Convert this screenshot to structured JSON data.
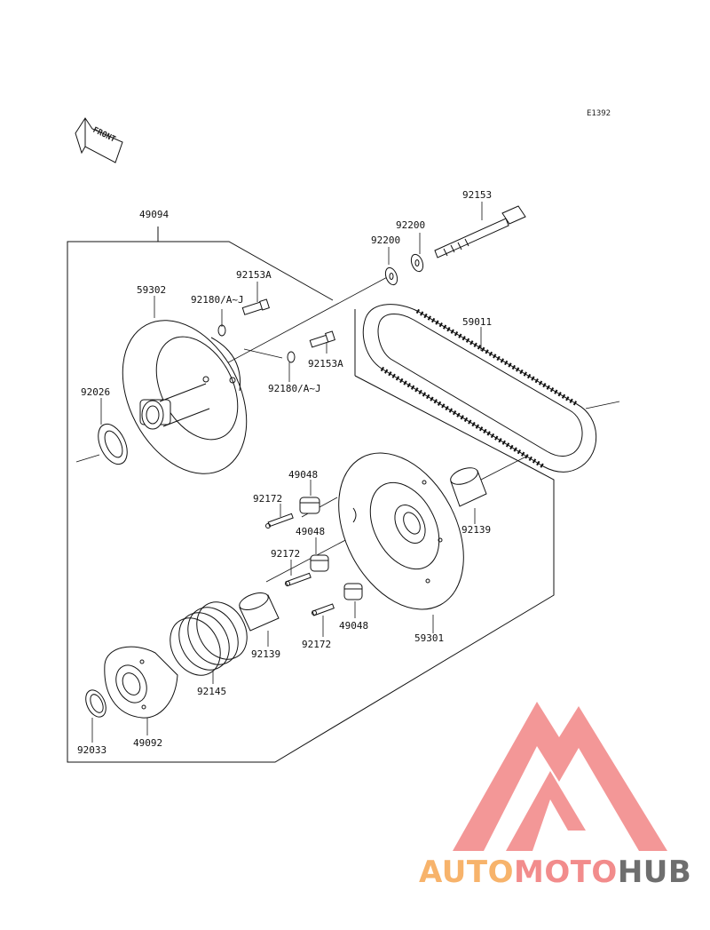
{
  "diagram_code": "E1392",
  "front_label": "FRONT",
  "parts": {
    "p49094": "49094",
    "p59302": "59302",
    "p92180_a": "92180/A~J",
    "p92153A_a": "92153A",
    "p92026": "92026",
    "p92200_a": "92200",
    "p92200_b": "92200",
    "p92153": "92153",
    "p59011": "59011",
    "p92153A_b": "92153A",
    "p92180_b": "92180/A~J",
    "p49048_a": "49048",
    "p92172_a": "92172",
    "p49048_b": "49048",
    "p92172_b": "92172",
    "p92139_a": "92139",
    "p49048_c": "49048",
    "p92172_c": "92172",
    "p92139_b": "92139",
    "p59301": "59301",
    "p92145": "92145",
    "p92033": "92033",
    "p49092": "49092"
  },
  "watermark": {
    "part1": "AUTO",
    "part2": "MOTO",
    "part3": "HUB",
    "color1": "#f7b36b",
    "color2": "#f28c8c",
    "color3": "#6e6e6e",
    "logo_color": "#f28c8c"
  }
}
